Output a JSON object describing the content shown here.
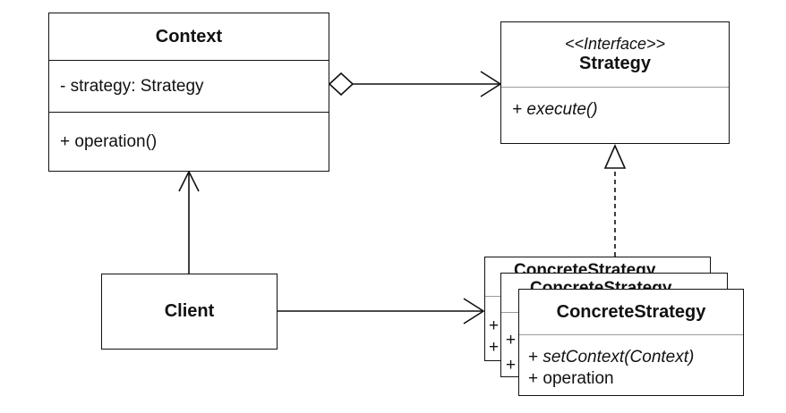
{
  "context": {
    "name": "Context",
    "attribute": "- strategy: Strategy",
    "operation": "+ operation()"
  },
  "strategy": {
    "stereotype": "<<Interface>>",
    "name": "Strategy",
    "method": "+ execute()"
  },
  "client": {
    "name": "Client"
  },
  "concrete": {
    "name": "ConcreteStrategy",
    "methods": [
      "+ setContext(Context)",
      "+ operation"
    ],
    "stacked_copies": 3
  },
  "relations": [
    {
      "type": "aggregation",
      "from": "Context",
      "to": "Strategy"
    },
    {
      "type": "association",
      "from": "Client",
      "to": "Context"
    },
    {
      "type": "association",
      "from": "Client",
      "to": "ConcreteStrategy"
    },
    {
      "type": "realization",
      "from": "ConcreteStrategy",
      "to": "Strategy"
    }
  ]
}
